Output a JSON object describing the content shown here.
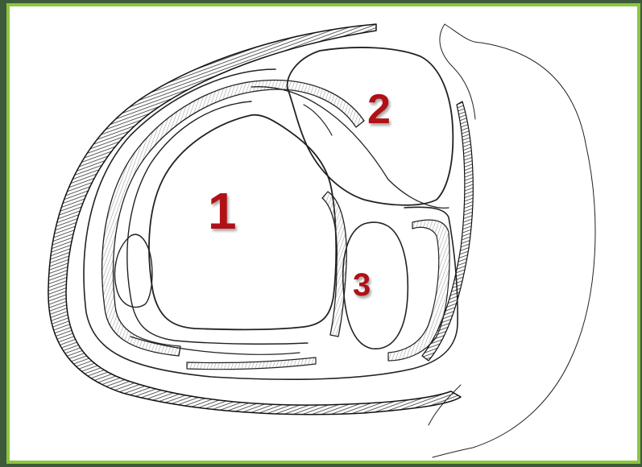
{
  "labels": {
    "one": "1",
    "two": "2",
    "three": "3"
  },
  "colors": {
    "border": "#8cc63f",
    "outer_background": "#3d5a3a",
    "label": "#b01116",
    "line": "#222222"
  }
}
